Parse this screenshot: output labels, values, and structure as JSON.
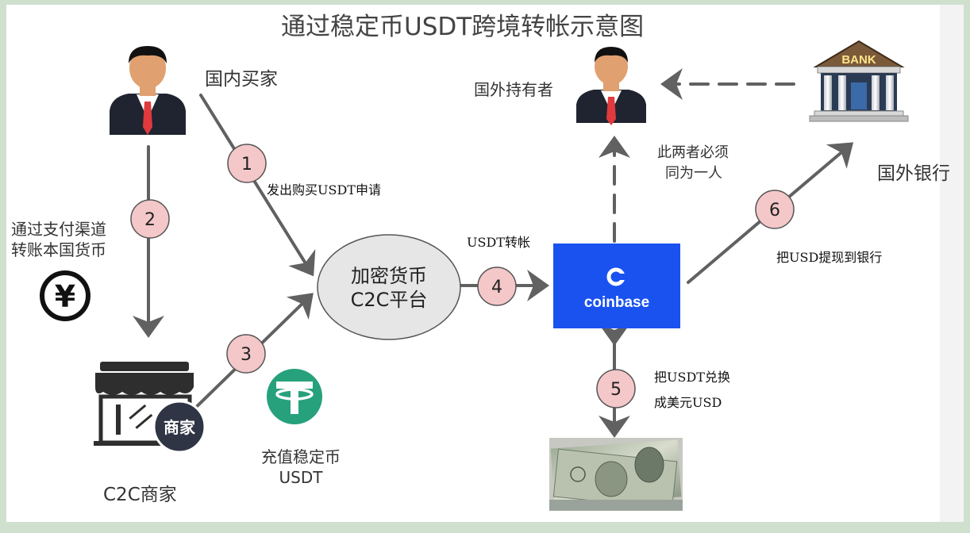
{
  "title": "通过稳定币USDT跨境转帐示意图",
  "nodes": {
    "domestic_buyer": "国内买家",
    "foreign_holder": "国外持有者",
    "foreign_bank": "国外银行",
    "c2c_merchant": "C2C商家",
    "merchant_badge": "商家",
    "platform_line1": "加密货币",
    "platform_line2": "C2C平台",
    "coinbase": "coinbase",
    "bank_sign": "BANK",
    "stablecoin_line1": "充值稳定币",
    "stablecoin_line2": "USDT",
    "yuan_symbol": "¥"
  },
  "notes": {
    "pay_channel_line1": "通过支付渠道",
    "pay_channel_line2": "转账本国货币",
    "same_person_line1": "此两者必须",
    "same_person_line2": "同为一人"
  },
  "steps": [
    {
      "num": "1",
      "label": "发出购买USDT申请"
    },
    {
      "num": "2",
      "label": ""
    },
    {
      "num": "3",
      "label": ""
    },
    {
      "num": "4",
      "label": "USDT转帐"
    },
    {
      "num": "5",
      "label_line1": "把USDT兑换",
      "label_line2": "成美元USD"
    },
    {
      "num": "6",
      "label": "把USD提现到银行"
    }
  ],
  "colors": {
    "arrow": "#616161",
    "step_circle": "#f4c7c9",
    "coinbase_blue": "#1a52f0",
    "tether_green": "#26a17b",
    "ellipse_fill": "#e6e6e6",
    "suit": "#1f2430",
    "tie": "#e03a3e"
  }
}
